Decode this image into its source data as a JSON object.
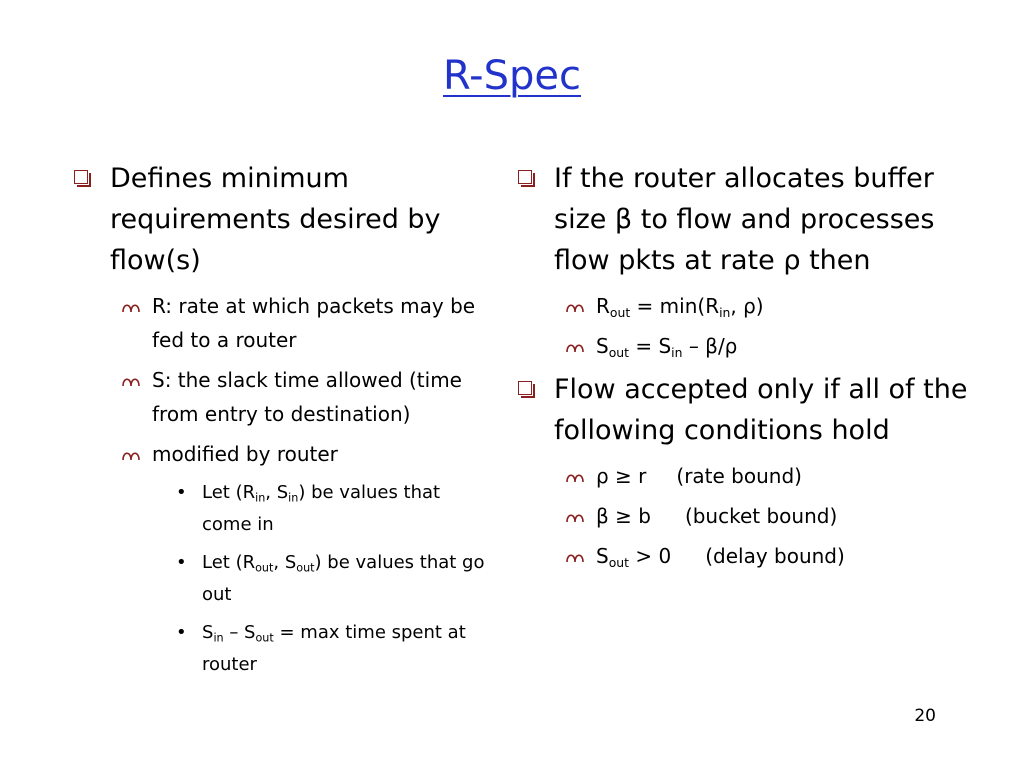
{
  "slide": {
    "title": "R-Spec",
    "page_number": "20"
  },
  "left": {
    "point1": {
      "text": "Defines minimum requirements desired by flow(s)",
      "sub1": "R: rate at which packets may be fed to a router",
      "sub2": "S: the slack time allowed (time from entry to destination)",
      "sub3": "modified by router",
      "detail1": {
        "a": "Let (R",
        "in1": "in",
        "b": ", S",
        "in2": "in",
        "c": ") be values that come in"
      },
      "detail2": {
        "a": "Let (R",
        "out1": "out",
        "b": ", S",
        "out2": "out",
        "c": ") be values that go out"
      },
      "detail3": {
        "a": "S",
        "in": "in",
        "b": " – S",
        "out": "out",
        "c": " = max time spent at router"
      }
    }
  },
  "right": {
    "point1": {
      "text": "If the router allocates buffer size β to flow and processes flow pkts at rate ρ then",
      "eq1": {
        "a": "R",
        "out": "out",
        "b": " = min(R",
        "in": "in",
        "c": ", ρ)"
      },
      "eq2": {
        "a": "S",
        "out": "out",
        "b": " = S",
        "in": "in",
        "c": " – β/ρ"
      }
    },
    "point2": {
      "text": "Flow accepted only if all of the following conditions hold",
      "cond1": {
        "expr": "ρ ≥ r",
        "label": "(rate bound)"
      },
      "cond2": {
        "expr": "β ≥ b",
        "label": "(bucket bound)"
      },
      "cond3": {
        "a": "S",
        "out": "out",
        "b": " > 0",
        "label": "(delay bound)"
      }
    }
  }
}
